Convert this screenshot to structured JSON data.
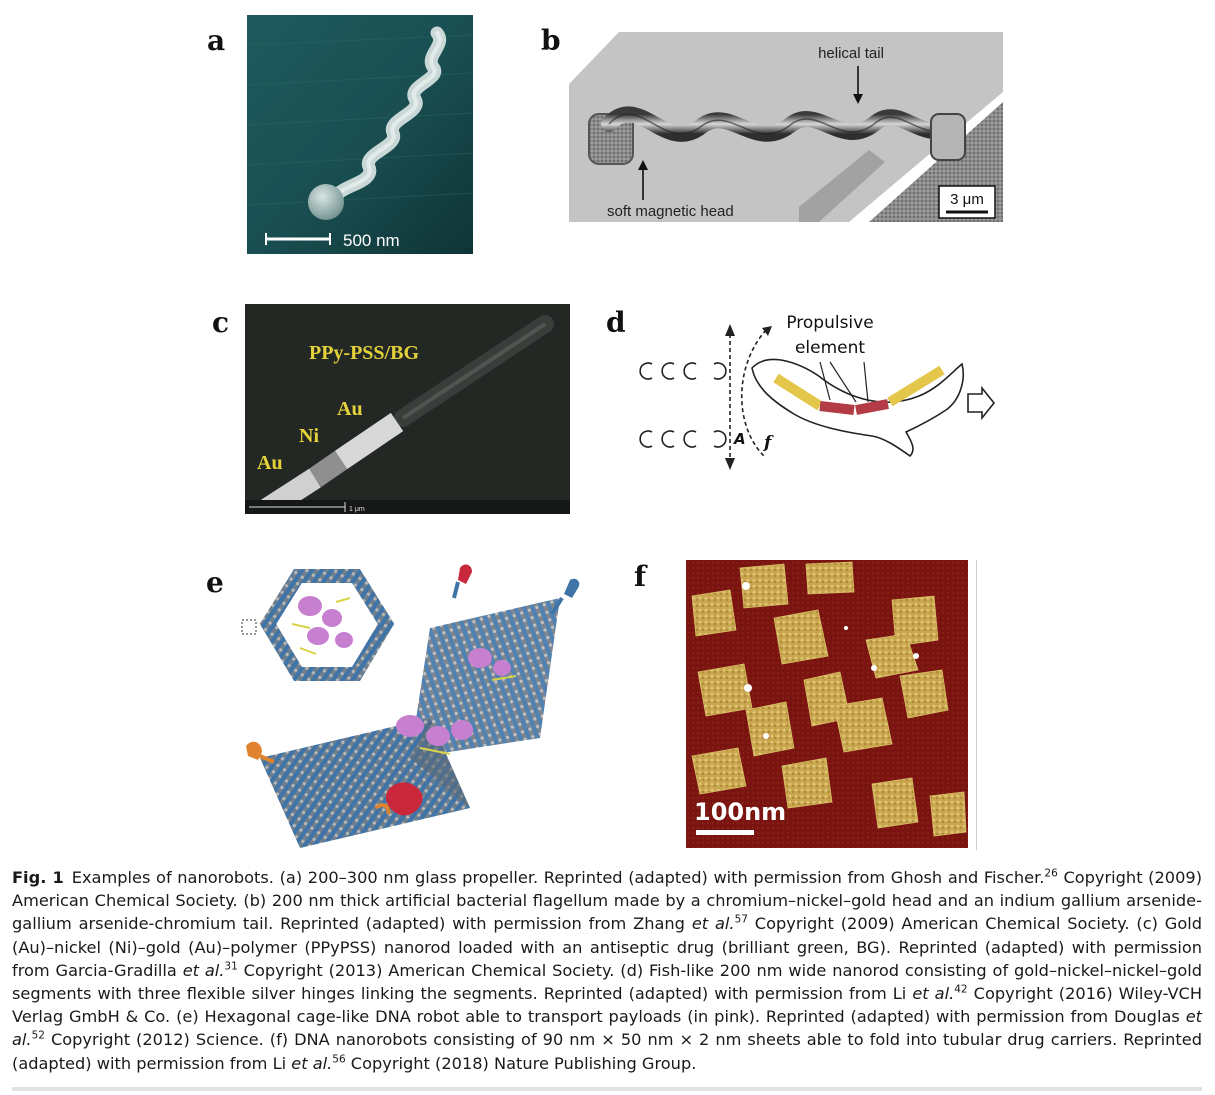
{
  "panels": {
    "a": {
      "label": "a",
      "scale": "500 nm"
    },
    "b": {
      "label": "b",
      "callout_top": "helical tail",
      "callout_bottom": "soft magnetic head",
      "scale": "3 μm"
    },
    "c": {
      "label": "c",
      "title": "PPy-PSS/BG",
      "seg_au_top": "Au",
      "seg_ni": "Ni",
      "seg_au_bottom": "Au",
      "scale": "1 μm"
    },
    "d": {
      "label": "d",
      "element_line1": "Propulsive",
      "element_line2": "element",
      "amp_label": "A",
      "freq_label": "f"
    },
    "e": {
      "label": "e"
    },
    "f": {
      "label": "f",
      "scale": "100nm"
    }
  },
  "caption": {
    "fig_label": "Fig. 1",
    "s1": "Examples of nanorobots. (a) 200–300 nm glass propeller. Reprinted (adapted) with permission from Ghosh and Fischer.",
    "r1": "26",
    "s2": " Copyright (2009) American Chemical Society. (b) 200 nm thick artificial bacterial flagellum made by a chromium–nickel–gold head and an indium gallium arsenide-gallium arsenide-chromium tail. Reprinted (adapted) with permission from Zhang ",
    "etal": "et al.",
    "r2": "57",
    "s3": " Copyright (2009) American Chemical Society. (c) Gold (Au)–nickel (Ni)–gold (Au)–polymer (PPyPSS) nanorod loaded with an antiseptic drug (brilliant green, BG). Reprinted (adapted) with permission from Garcia-Gradilla ",
    "r3": "31",
    "s4": " Copyright (2013) American Chemical Society. (d) Fish-like 200 nm wide nanorod consisting of gold–nickel–nickel–gold segments with three flexible silver hinges linking the segments. Reprinted (adapted) with permission from Li ",
    "r4": "42",
    "s5": " Copyright (2016) Wiley-VCH Verlag GmbH & Co. (e) Hexagonal cage-like DNA robot able to transport payloads (in pink). Reprinted (adapted) with permission from Douglas ",
    "r5": "52",
    "s6": " Copyright (2012) Science. (f) DNA nanorobots consisting of 90 nm × 50 nm × 2 nm sheets able to fold into tubular drug carriers. Reprinted (adapted) with permission from Li ",
    "r6": "56",
    "s7": " Copyright (2018) Nature Publishing Group."
  }
}
